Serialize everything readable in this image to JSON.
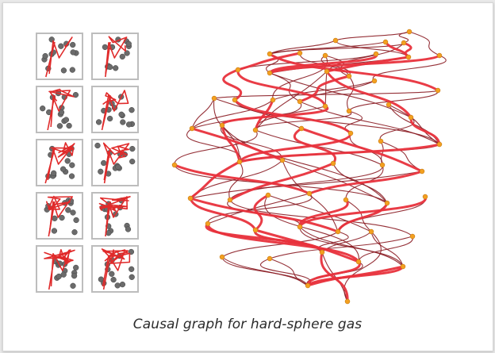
{
  "caption": "Causal graph for hard-sphere gas",
  "colors": {
    "causal_edge": "#8a1b22",
    "trajectory_edge": "#e8323c",
    "event_node": "#f3a020",
    "node_outline": "#c77a12",
    "sphere": "#6b6b6b",
    "sphere_outline": "#444444",
    "panel_border": "#bdbdbd",
    "trajectory": "#e02a2a"
  },
  "icons": {
    "simulation_panel": "hard-sphere-snapshot",
    "graph": "causal-graph"
  }
}
